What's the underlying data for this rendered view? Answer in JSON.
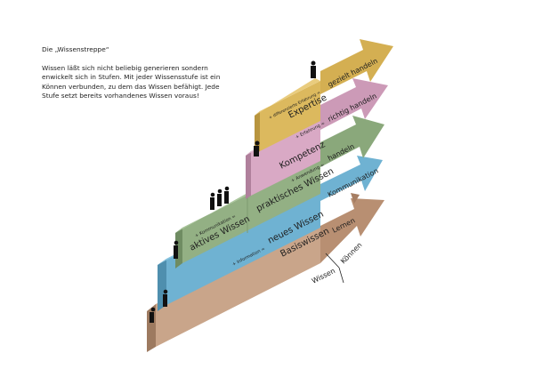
{
  "intro": {
    "title": "Die „Wissenstreppe“",
    "text": "Wissen läßt sich nicht beliebig generieren sondern enwickelt sich in Stufen. Mit jeder Wissensstufe ist ein Können verbunden, zu dem das Wissen befähigt. Jede Stufe setzt bereits vorhandenes Wissen voraus!"
  },
  "steps": [
    {
      "block": "Basiswissen",
      "addition": "",
      "arrow": "Lernen",
      "color": "#c9a58a"
    },
    {
      "block": "neues Wissen",
      "addition": "+ Information =",
      "arrow": "Kommunikation",
      "color": "#6fb2d2"
    },
    {
      "block": "aktives Wissen",
      "addition": "+ Kommunikation =",
      "arrow": "",
      "color": "#93b084"
    },
    {
      "block": "praktisches Wissen",
      "addition": "+ Anwendung =",
      "arrow": "handeln",
      "color": "#93b084"
    },
    {
      "block": "Kompetenz",
      "addition": "+ Erfahrung =",
      "arrow": "richtig handeln",
      "color": "#d9a9c5"
    },
    {
      "block": "Expertise",
      "addition": "+ differenzierte Erfahrung =",
      "arrow": "gezielt handeln",
      "color": "#dcb95e"
    }
  ],
  "axis": {
    "left": "Wissen",
    "right": "Können"
  }
}
